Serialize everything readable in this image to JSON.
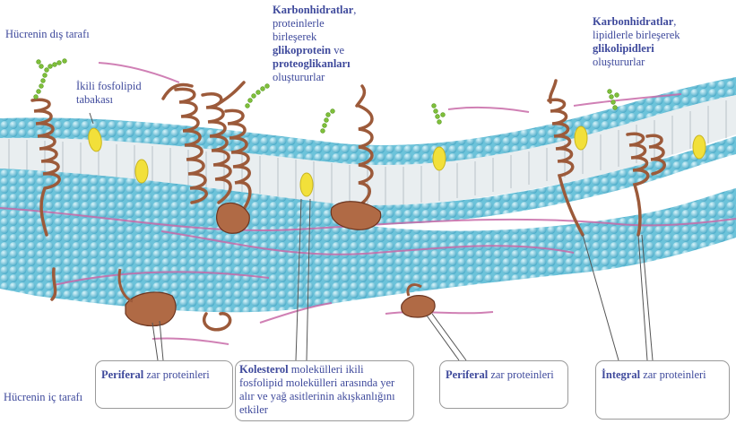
{
  "labels": {
    "outside": "Hücrenin dış tarafı",
    "inside": "Hücrenin iç tarafı",
    "bilayer_line1": "İkili fosfolipid",
    "bilayer_line2": "tabakası",
    "carb_protein": {
      "bold1": "Karbonhidratlar",
      "t1": ",",
      "t2": "proteinlerle",
      "t3": "birleşerek",
      "bold2": "glikoprotein",
      "t4": " ve",
      "bold3": "proteoglikanları",
      "t5": "oluştururlar"
    },
    "carb_lipid": {
      "bold1": "Karbonhidratlar",
      "t1": ",",
      "t2": "lipidlerle birleşerek",
      "bold2": "glikolipidleri",
      "t3": "oluştururlar"
    }
  },
  "boxes": {
    "peripheral_left": {
      "bold": "Periferal",
      "text": " zar proteinleri"
    },
    "cholesterol": {
      "bold": "Kolesterol",
      "l1": " molekülleri ikili",
      "l2": "fosfolipid molekülleri arasında yer",
      "l3": "alır ve yağ asitlerinin akışkanlığını",
      "l4": "etkiler"
    },
    "peripheral_right": {
      "bold": "Periferal",
      "text": " zar proteinleri"
    },
    "integral": {
      "bold": "İntegral",
      "text": " zar proteinleri"
    }
  },
  "colors": {
    "label_text": "#3f4a9c",
    "head": "#6fc6dc",
    "tail": "#cfd7dc",
    "protein": "#9c5a3a",
    "cholesterol": "#f2e03a",
    "carbohydrate": "#7fbf3a",
    "filament": "#c86aa8"
  }
}
